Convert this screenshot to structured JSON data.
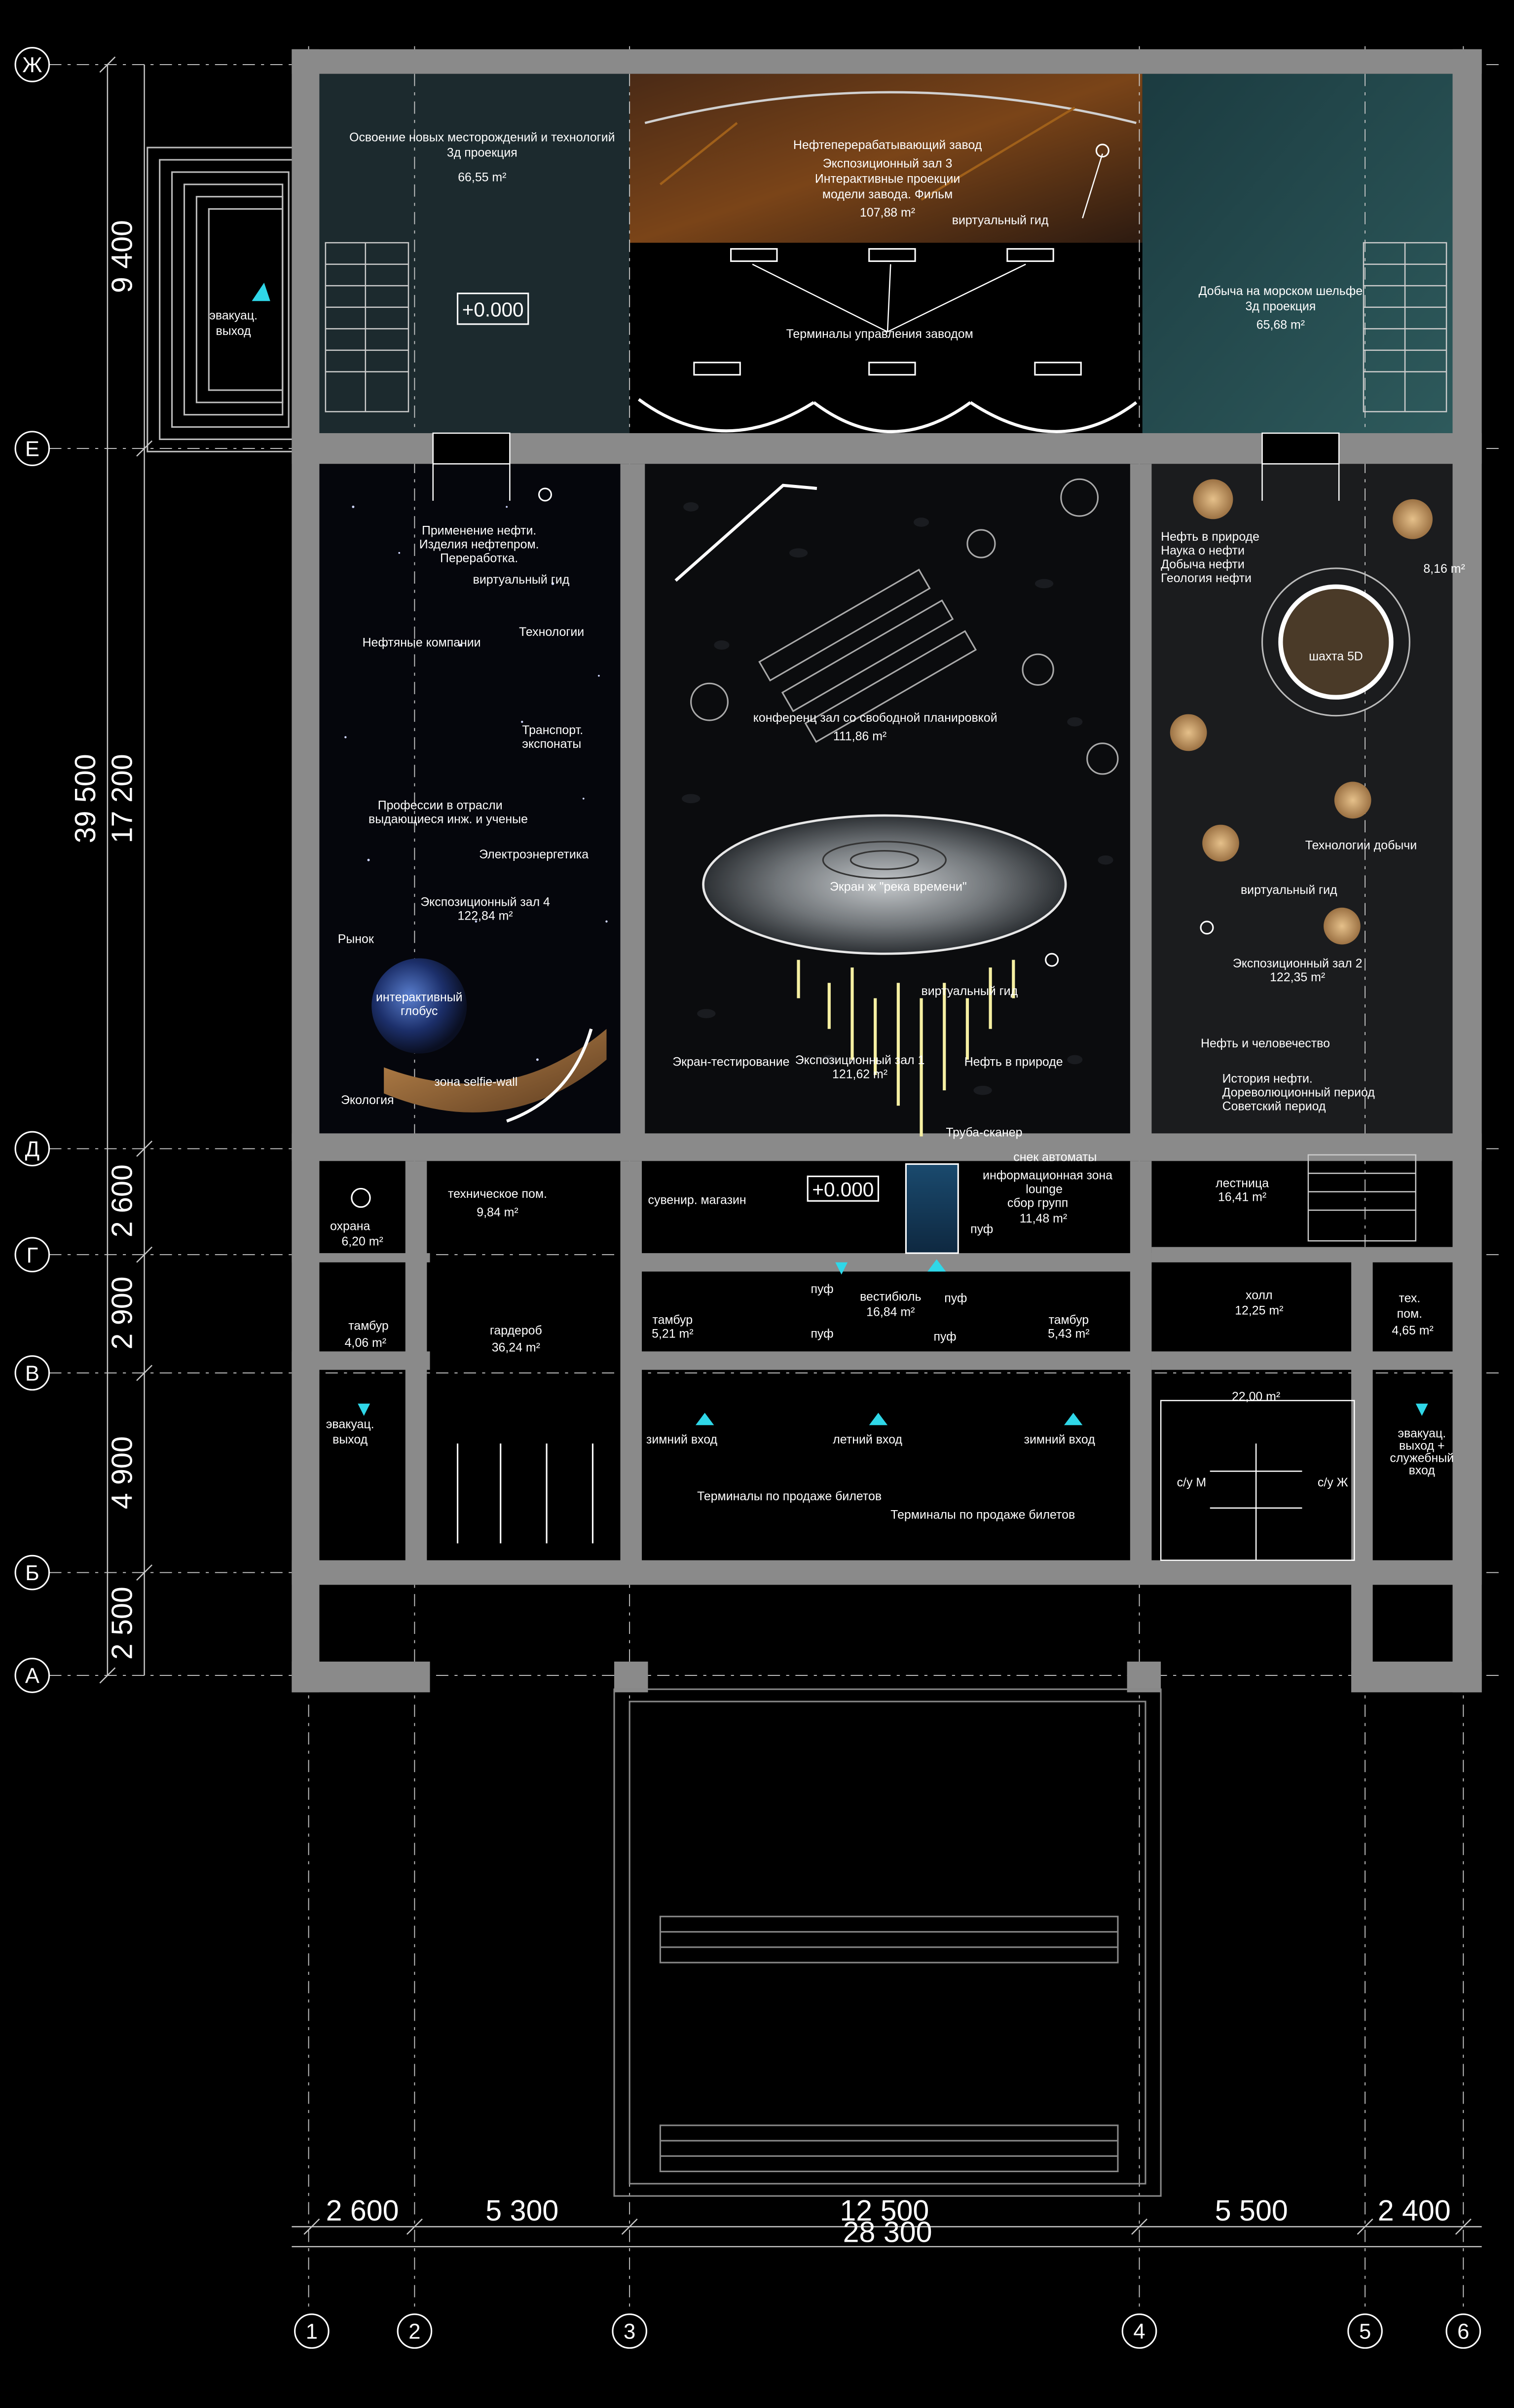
{
  "axes_rows": [
    "Ж",
    "Е",
    "Д",
    "Г",
    "В",
    "Б",
    "А"
  ],
  "axes_cols": [
    "1",
    "2",
    "3",
    "4",
    "5",
    "6"
  ],
  "dims_left": [
    "9 400",
    "39 500",
    "17 200",
    "2 600",
    "2 900",
    "4 900",
    "2 500"
  ],
  "dims_bottom": [
    "2 600",
    "5 300",
    "12 500",
    "5 500",
    "2 400",
    "28 300"
  ],
  "level_mark": "+0.000",
  "rooms": {
    "zone_new_fields": {
      "title": "Освоение новых месторождений и технологий",
      "sub": "3д проекция",
      "area": "66,55 m²"
    },
    "zone_refinery": {
      "title": "Нефтеперерабатывающий завод",
      "l2": "Экспозиционный зал 3",
      "l3": "Интерактивные проекции",
      "l4": "модели завода. Фильм",
      "area": "107,88 m²"
    },
    "zone_offshore": {
      "title": "Добыча на морском шельфе",
      "sub": "3д проекция",
      "area": "65,68 m²"
    },
    "refinery_guide": "виртуальный гид",
    "factory_terminals": "Терминалы управления заводом",
    "evac_left": [
      "эвакуац.",
      "выход"
    ],
    "hall4": {
      "application": [
        "Применение нефти.",
        "Изделия нефтепром.",
        "Переработка."
      ],
      "guide": "виртуальный гид",
      "companies": "Нефтяные компании",
      "technologies": "Технологии",
      "transport": [
        "Транспорт.",
        "экспонаты"
      ],
      "professions": [
        "Профессии в отрасли",
        "выдающиеся инж. и ученые"
      ],
      "power": "Электроэнергетика",
      "name": "Экспозиционный зал 4",
      "area": "122,84 m²",
      "market": "Рынок",
      "globe": [
        "интерактивный",
        "глобус"
      ],
      "selfie": "зона selfie-wall",
      "ecology": "Экология"
    },
    "conference": {
      "title": "конференц зал со свободной планировкой",
      "area": "111,86 m²"
    },
    "hall1": {
      "screen": "Экран ж \"река времени\"",
      "guide": "виртуальный гид",
      "test_screen": "Экран-тестирование",
      "name": "Экспозиционный зал 1",
      "area": "121,62 m²",
      "nature": "Нефть в природе",
      "scanner": "Труба-сканер"
    },
    "hall2": {
      "topics": [
        "Нефть в природе",
        "Наука о нефти",
        "Добыча нефти",
        "Геология нефти"
      ],
      "mine": "шахта 5D",
      "mine_area": "8,16 m²",
      "tech": "Технологии добычи",
      "guide": "виртуальный гид",
      "name": "Экспозиционный зал 2",
      "area": "122,35 m²",
      "humanity": "Нефть и человечество",
      "history": [
        "История нефти.",
        "Дореволюционный период",
        "Советский период"
      ]
    },
    "security": {
      "name": "охрана",
      "area": "6,20 m²"
    },
    "tech_room": {
      "name": "техническое пом.",
      "area": "9,84 m²"
    },
    "souvenir": "сувенир. магазин",
    "info_zone": {
      "l1": "снек автоматы",
      "l2": "информационная зона",
      "l3": "lounge",
      "l4": "сбор групп",
      "area": "11,48 m²"
    },
    "pouf": "пуф",
    "stairs": {
      "name": "лестница",
      "area": "16,41 m²"
    },
    "vestibule_l": {
      "name": "тамбур",
      "area": "4,06 m²"
    },
    "wardrobe": {
      "name": "гардероб",
      "area": "36,24 m²"
    },
    "tambour_a": {
      "name": "тамбур",
      "area": "5,21 m²"
    },
    "vestibule": {
      "name": "вестибюль",
      "area": "16,84 m²"
    },
    "tambour_b": {
      "name": "тамбур",
      "area": "5,43 m²"
    },
    "hall": {
      "name": "холл",
      "area": "12,25 m²"
    },
    "tech_r": {
      "l1": "тех.",
      "l2": "пом.",
      "area": "4,65 m²"
    },
    "wc_area": "22,00 m²",
    "wc_m": "с/у М",
    "wc_w": "с/у Ж",
    "evac_bottom_left": [
      "эвакуац.",
      "выход"
    ],
    "evac_right": [
      "эвакуац.",
      "выход +",
      "служебный",
      "вход"
    ],
    "winter_entry": "зимний вход",
    "summer_entry": "летний вход",
    "tickets": "Терминалы по продаже билетов"
  },
  "colors": {
    "wall": "#8a8a8a",
    "axis": "#c8c8c8",
    "marker": "#2fd7e8",
    "deck": "#c9a06a"
  }
}
